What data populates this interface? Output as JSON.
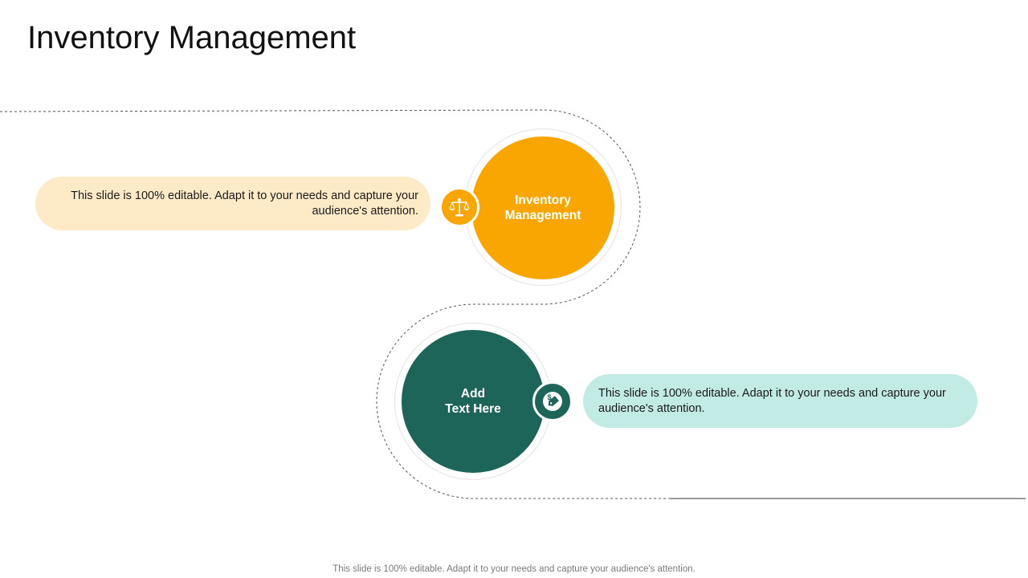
{
  "slide": {
    "title": "Inventory Management",
    "footer": "This slide is 100% editable. Adapt it to your needs and capture your audience's attention."
  },
  "steps": [
    {
      "circle_label": "Inventory\nManagement",
      "description": "This slide is 100% editable.  Adapt it to your needs and capture your audience's attention.",
      "icon": "balance-scale-icon",
      "circle_color": "#F9A602",
      "pill_color": "#FDEBC8"
    },
    {
      "circle_label": "Add\nText Here",
      "description": "This slide is 100% editable.  Adapt it to your needs and capture your audience's attention.",
      "icon": "price-tag-dollar-icon",
      "circle_color": "#1E6559",
      "pill_color": "#C3EBE5"
    }
  ]
}
